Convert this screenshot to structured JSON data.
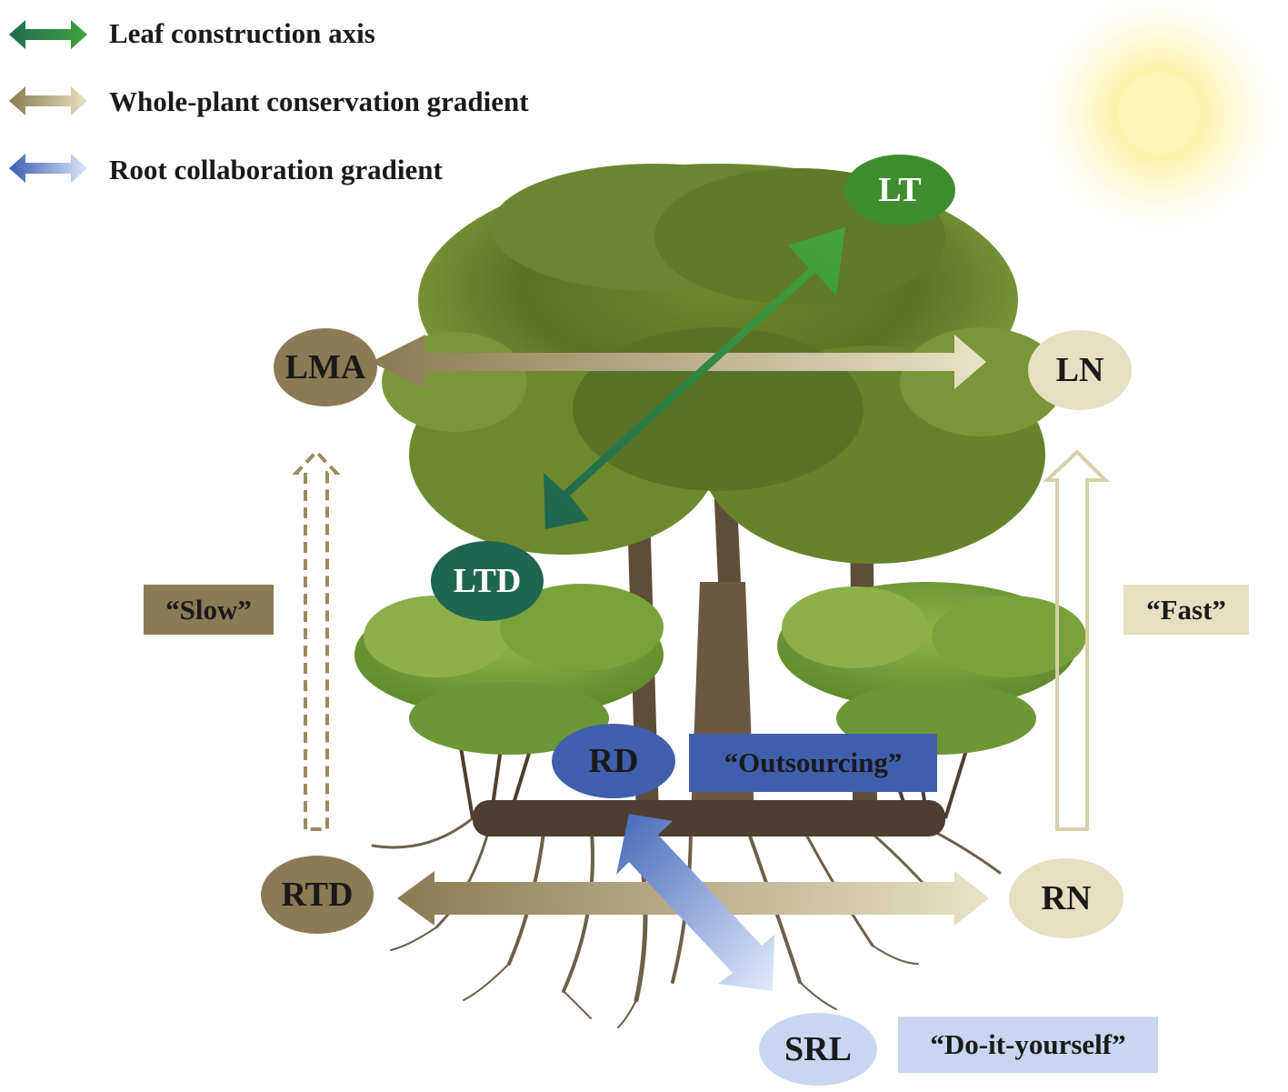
{
  "legend": [
    {
      "label": "Leaf construction axis",
      "color_from": "#1e6b52",
      "color_to": "#3fa33a",
      "icon": "green-double-arrow"
    },
    {
      "label": "Whole-plant conservation gradient",
      "color_from": "#8a7a52",
      "color_to": "#e8e1c3",
      "icon": "tan-double-arrow"
    },
    {
      "label": "Root collaboration gradient",
      "color_from": "#3a5db0",
      "color_to": "#dbe6fb",
      "icon": "blue-double-arrow"
    }
  ],
  "nodes": {
    "lt": "LT",
    "lma": "LMA",
    "ln": "LN",
    "ltd": "LTD",
    "rd": "RD",
    "rtd": "RTD",
    "rn": "RN",
    "srl": "SRL"
  },
  "tags": {
    "slow": "“Slow”",
    "fast": "“Fast”",
    "outsourcing": "“Outsourcing”",
    "diy": "“Do-it-yourself”"
  },
  "colors": {
    "leaf_green": "#3e8e2f",
    "leaf_dark": "#1f6650",
    "tan_dark": "#8b7a55",
    "tan_light": "#e6dfc1",
    "blue_dark": "#3f5fae",
    "blue_light": "#c9d6f1",
    "text_dark": "#1a1a1a",
    "text_light": "#ffffff"
  },
  "icons": [
    "sun-icon",
    "tree-illustration",
    "shrub-left-illustration",
    "shrub-right-illustration",
    "roots-illustration"
  ]
}
